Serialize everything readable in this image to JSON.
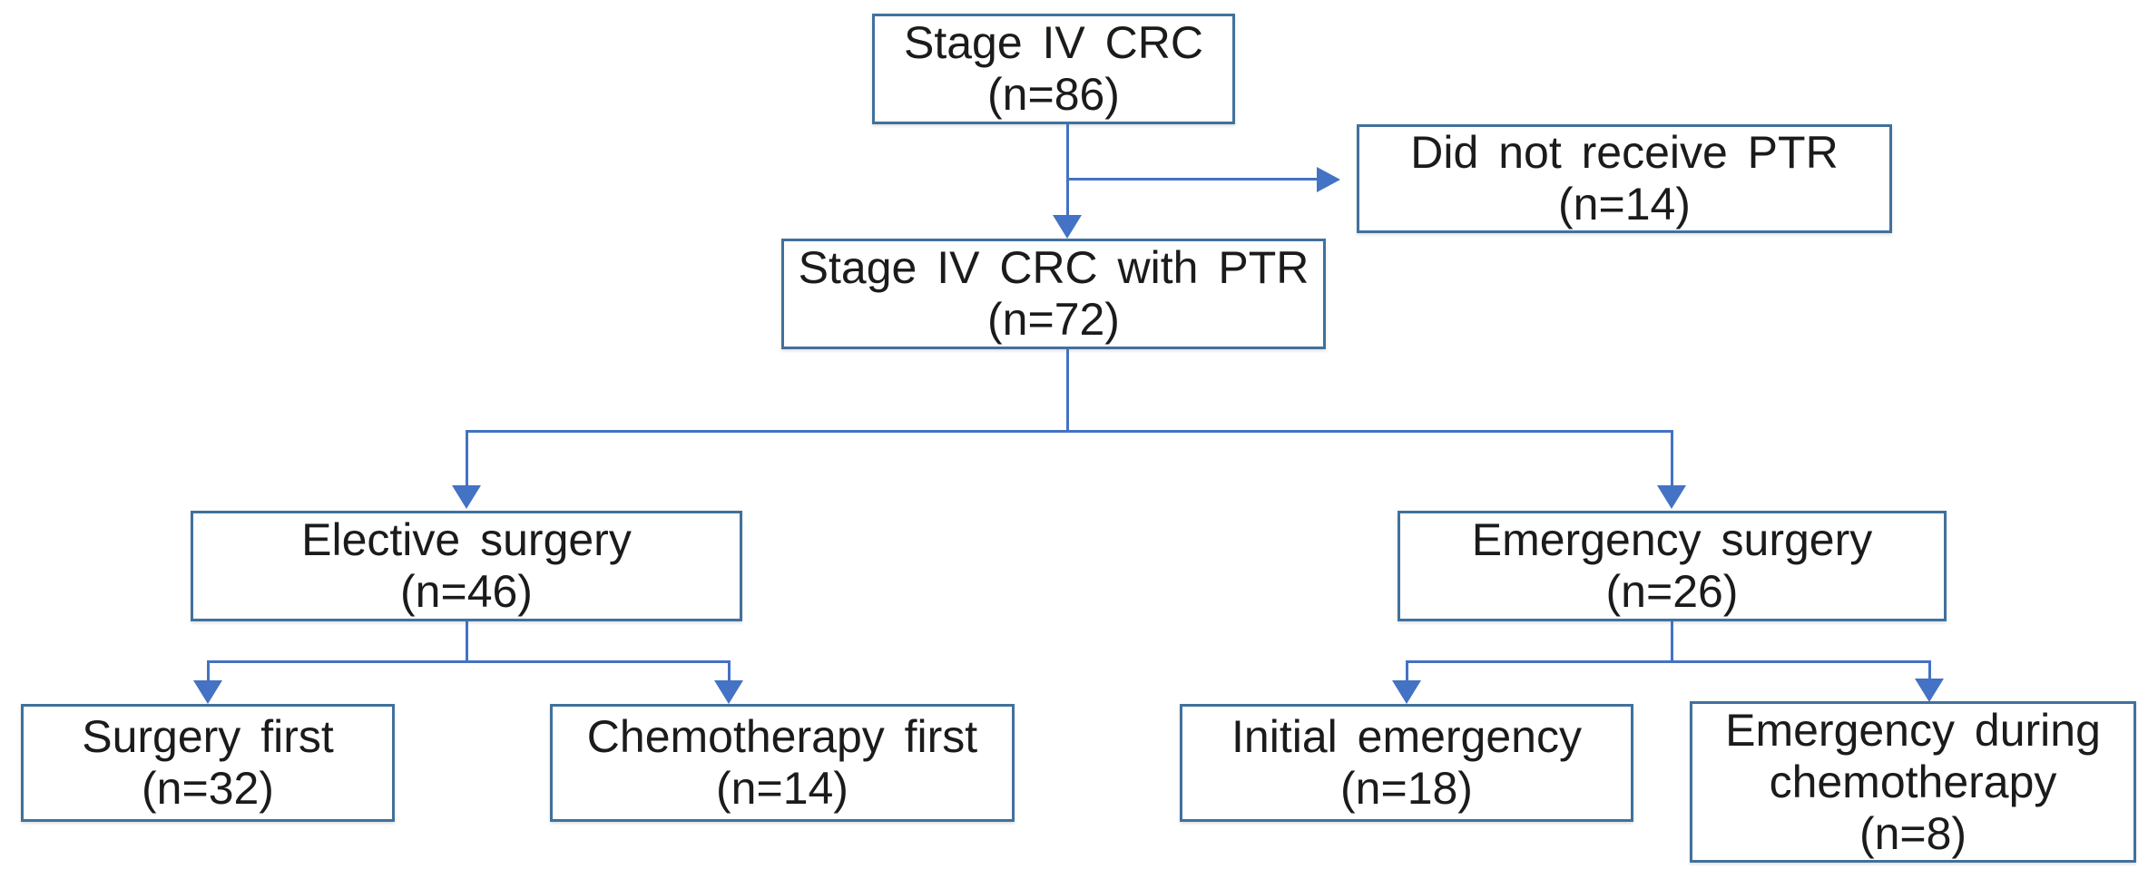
{
  "colors": {
    "line": "#4472c4",
    "box-border": "#41719c",
    "text": "#1b1b1b",
    "bg": "#ffffff"
  },
  "flowchart": {
    "nodes": {
      "stage_iv_crc": {
        "label": "Stage IV CRC",
        "count": "(n=86)"
      },
      "did_not_receive_ptr": {
        "label": "Did not receive PTR",
        "count": "(n=14)"
      },
      "stage_iv_crc_with_ptr": {
        "label": "Stage IV CRC with PTR",
        "count": "(n=72)"
      },
      "elective_surgery": {
        "label": "Elective surgery",
        "count": "(n=46)"
      },
      "emergency_surgery": {
        "label": "Emergency surgery",
        "count": "(n=26)"
      },
      "surgery_first": {
        "label": "Surgery first",
        "count": "(n=32)"
      },
      "chemotherapy_first": {
        "label": "Chemotherapy first",
        "count": "(n=14)"
      },
      "initial_emergency": {
        "label": "Initial emergency",
        "count": "(n=18)"
      },
      "emergency_during_chemotherapy": {
        "label": "Emergency during chemotherapy",
        "count": "(n=8)"
      }
    }
  }
}
